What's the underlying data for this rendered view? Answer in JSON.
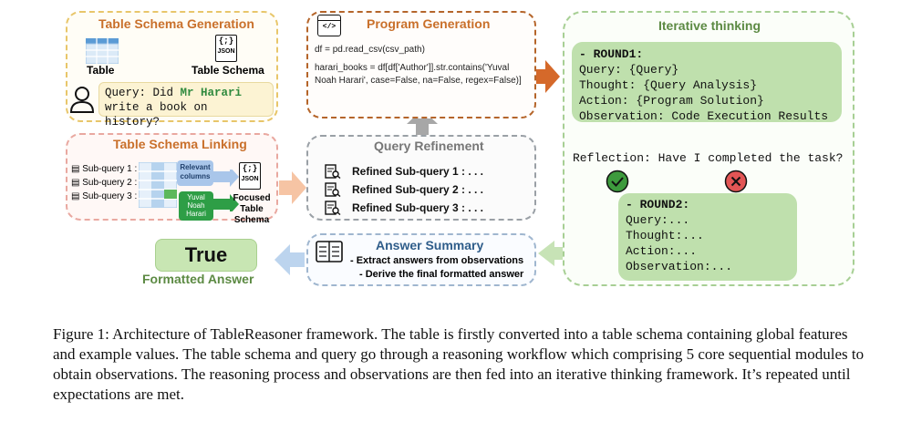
{
  "schema_generation": {
    "title": "Table Schema Generation",
    "table_label": "Table",
    "schema_label": "Table Schema",
    "json_label": "JSON",
    "json_glyph": "{;}"
  },
  "query": {
    "prefix": "Query: Did ",
    "highlight": "Mr Harari",
    "suffix": " write a book on history?",
    "highlight_color": "#2f8a3e"
  },
  "schema_linking": {
    "title": "Table Schema Linking",
    "subqueries": [
      "Sub-query 1 : . . .",
      "Sub-query 2 : . . .",
      "Sub-query 3 : . . ."
    ],
    "relevant_columns": "Relevant columns",
    "values": [
      "Yuval",
      "Noah",
      "Harari"
    ],
    "json_label": "JSON",
    "json_glyph": "{;}",
    "focused_label_line1": "Focused",
    "focused_label_line2": "Table Schema"
  },
  "program_generation": {
    "title": "Program Generation",
    "icon_glyph": "</>",
    "line1": "df = pd.read_csv(csv_path)",
    "line2": "harari_books = df[df['Author']].str.contains('Yuval",
    "line3": "Noah Harari', case=False, na=False, regex=False)]"
  },
  "query_refinement": {
    "title": "Query Refinement",
    "items": [
      "Refined Sub-query 1 : . . .",
      "Refined Sub-query 2 : . . .",
      "Refined Sub-query 3 : . . ."
    ]
  },
  "answer_summary": {
    "title": "Answer Summary",
    "line1": "- Extract answers from observations",
    "line2": "- Derive the final formatted answer"
  },
  "formatted_answer": {
    "value": "True",
    "label": "Formatted Answer"
  },
  "iterative": {
    "title": "Iterative thinking",
    "round1": {
      "heading": "- ROUND1:",
      "lines": [
        "Query: {Query}",
        "Thought: {Query Analysis}",
        "Action: {Program Solution}",
        "Observation: Code Execution Results"
      ]
    },
    "reflection": "Reflection: Have I completed the task?",
    "round2": {
      "heading": "- ROUND2:",
      "lines": [
        "Query:...",
        "Thought:...",
        "Action:...",
        "Observation:..."
      ]
    }
  },
  "caption": "Figure 1: Architecture of TableReasoner framework. The table is firstly converted into a table schema containing global features and example values. The table schema and query go through a reasoning workflow which comprising 5 core sequential modules to obtain observations. The reasoning process and observations are then fed into an iterative thinking framework. It’s repeated until expectations are met.",
  "colors": {
    "orange": "#c9702b",
    "green": "#5c8a43",
    "light_green": "#bfe0ad",
    "blue": "#2f5d8a"
  }
}
